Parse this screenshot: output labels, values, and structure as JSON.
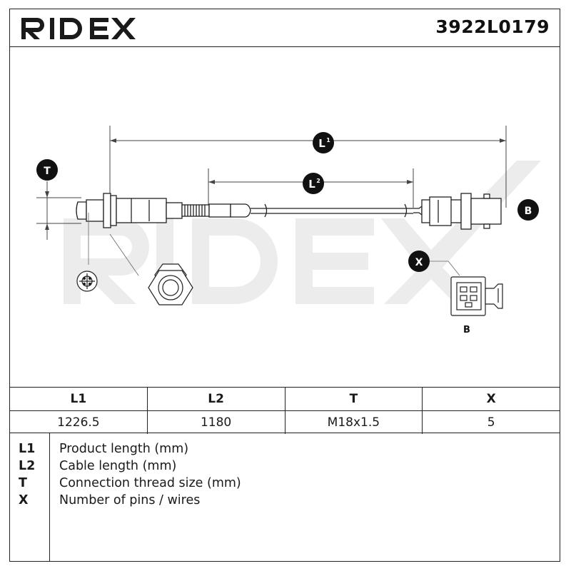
{
  "header": {
    "brand": "RIDEX",
    "part_number": "3922L0179",
    "brand_color": "#1a1a1a",
    "header_bg": "#ffffff"
  },
  "diagram": {
    "labels": {
      "T": "T",
      "B": "B",
      "X": "X",
      "B_caption": "B",
      "L1_base": "L",
      "L1_sup": "1",
      "L2_base": "L",
      "L2_sup": "2"
    },
    "badge_color": "#111111",
    "watermark_text": "RIDEX",
    "watermark_color": "#ececec"
  },
  "spec_table": {
    "headers": [
      "L1",
      "L2",
      "T",
      "X"
    ],
    "values": [
      "1226.5",
      "1180",
      "M18x1.5",
      "5"
    ]
  },
  "legend": [
    {
      "key": "L1",
      "text": "Product length (mm)"
    },
    {
      "key": "L2",
      "text": "Cable length (mm)"
    },
    {
      "key": "T",
      "text": "Connection thread size (mm)"
    },
    {
      "key": "X",
      "text": "Number of pins / wires"
    }
  ]
}
